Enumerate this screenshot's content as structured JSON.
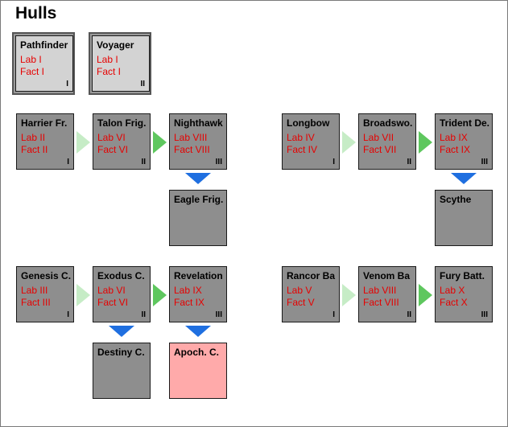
{
  "page": {
    "title": "Hulls"
  },
  "cards": {
    "pathfinder": {
      "name": "Pathfinder",
      "req1": "Lab I",
      "req2": "Fact I",
      "tier": "I"
    },
    "voyager": {
      "name": "Voyager",
      "req1": "Lab I",
      "req2": "Fact I",
      "tier": "II"
    },
    "harrier": {
      "name": "Harrier Fr.",
      "req1": "Lab II",
      "req2": "Fact II",
      "tier": "I"
    },
    "talon": {
      "name": "Talon Frig.",
      "req1": "Lab VI",
      "req2": "Fact VI",
      "tier": "II"
    },
    "nighthawk": {
      "name": "Nighthawk",
      "req1": "Lab VIII",
      "req2": "Fact VIII",
      "tier": "III"
    },
    "eagle": {
      "name": "Eagle Frig."
    },
    "longbow": {
      "name": "Longbow",
      "req1": "Lab IV",
      "req2": "Fact IV",
      "tier": "I"
    },
    "broadsword": {
      "name": "Broadswo.",
      "req1": "Lab VII",
      "req2": "Fact VII",
      "tier": "II"
    },
    "trident": {
      "name": "Trident De.",
      "req1": "Lab IX",
      "req2": "Fact IX",
      "tier": "III"
    },
    "scythe": {
      "name": "Scythe"
    },
    "genesis": {
      "name": "Genesis C.",
      "req1": "Lab III",
      "req2": "Fact III",
      "tier": "I"
    },
    "exodus": {
      "name": "Exodus C.",
      "req1": "Lab VI",
      "req2": "Fact VI",
      "tier": "II"
    },
    "revelation": {
      "name": "Revelation",
      "req1": "Lab IX",
      "req2": "Fact IX",
      "tier": "III"
    },
    "destiny": {
      "name": "Destiny C."
    },
    "apoch": {
      "name": "Apoch. C."
    },
    "rancor": {
      "name": "Rancor Ba",
      "req1": "Lab V",
      "req2": "Fact V",
      "tier": "I"
    },
    "venom": {
      "name": "Venom Ba",
      "req1": "Lab VIII",
      "req2": "Fact VIII",
      "tier": "II"
    },
    "fury": {
      "name": "Fury Batt.",
      "req1": "Lab X",
      "req2": "Fact X",
      "tier": "III"
    }
  },
  "colors": {
    "card_fill": "#8e8e8e",
    "starter_card_fill": "#d3d3d3",
    "highlight_card_fill": "#ffaaaa",
    "requirement_text": "#e60000",
    "arrow_pale": "#c6ecc6",
    "arrow_green": "#5ec75e",
    "arrow_down": "#1f6fe0"
  }
}
